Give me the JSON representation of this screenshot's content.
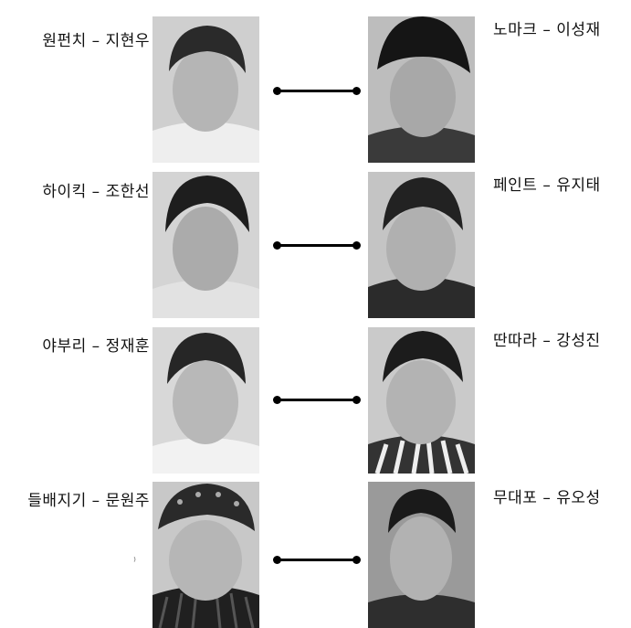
{
  "pairs": [
    {
      "left_label": "원펀치 – 지현우",
      "right_label": "노마크 – 이성재"
    },
    {
      "left_label": "하이킥 – 조한선",
      "right_label": "페인트 – 유지태"
    },
    {
      "left_label": "야부리 – 정재훈",
      "right_label": "딴따라 – 강성진"
    },
    {
      "left_label": "들배지기 – 문원주",
      "right_label": "무대포 – 유오성"
    }
  ]
}
